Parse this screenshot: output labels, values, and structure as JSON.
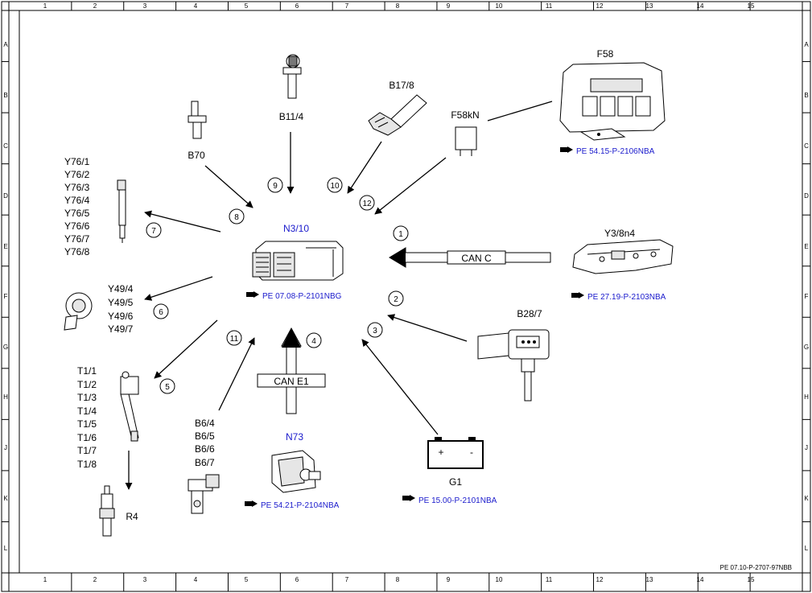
{
  "frame": {
    "columns": [
      "1",
      "2",
      "3",
      "4",
      "5",
      "6",
      "7",
      "8",
      "9",
      "10",
      "11",
      "12",
      "13",
      "14",
      "15"
    ],
    "rows": [
      "A",
      "B",
      "C",
      "D",
      "E",
      "F",
      "G",
      "H",
      "J",
      "K",
      "L"
    ],
    "doc_id": "PE 07.10-P-2707-97NBB"
  },
  "center": {
    "label": "N3/10",
    "ref": "PE 07.08-P-2101NBG"
  },
  "components": {
    "B11_4": "B11/4",
    "B17_8": "B17/8",
    "B70": "B70",
    "F58kN": "F58kN",
    "F58": "F58",
    "F58_ref": "PE 54.15-P-2106NBA",
    "Y76": [
      "Y76/1",
      "Y76/2",
      "Y76/3",
      "Y76/4",
      "Y76/5",
      "Y76/6",
      "Y76/7",
      "Y76/8"
    ],
    "Y3_8n4": "Y3/8n4",
    "Y3_8n4_ref": "PE 27.19-P-2103NBA",
    "Y49": [
      "Y49/4",
      "Y49/5",
      "Y49/6",
      "Y49/7"
    ],
    "B28_7": "B28/7",
    "T1": [
      "T1/1",
      "T1/2",
      "T1/3",
      "T1/4",
      "T1/5",
      "T1/6",
      "T1/7",
      "T1/8"
    ],
    "R4": "R4",
    "B6": [
      "B6/4",
      "B6/5",
      "B6/6",
      "B6/7"
    ],
    "N73": "N73",
    "N73_ref": "PE 54.21-P-2104NBA",
    "G1": "G1",
    "G1_ref": "PE 15.00-P-2101NBA",
    "G1_plus": "+",
    "G1_minus": "-"
  },
  "bus": {
    "can_c": "CAN C",
    "can_e1": "CAN E1"
  },
  "signals": [
    "1",
    "2",
    "3",
    "4",
    "5",
    "6",
    "7",
    "8",
    "9",
    "10",
    "11",
    "12"
  ],
  "icons": {
    "reference": "book-pointer-icon"
  },
  "colors": {
    "link_text": "#1a1acc",
    "line": "#000000",
    "frame": "#000000"
  }
}
